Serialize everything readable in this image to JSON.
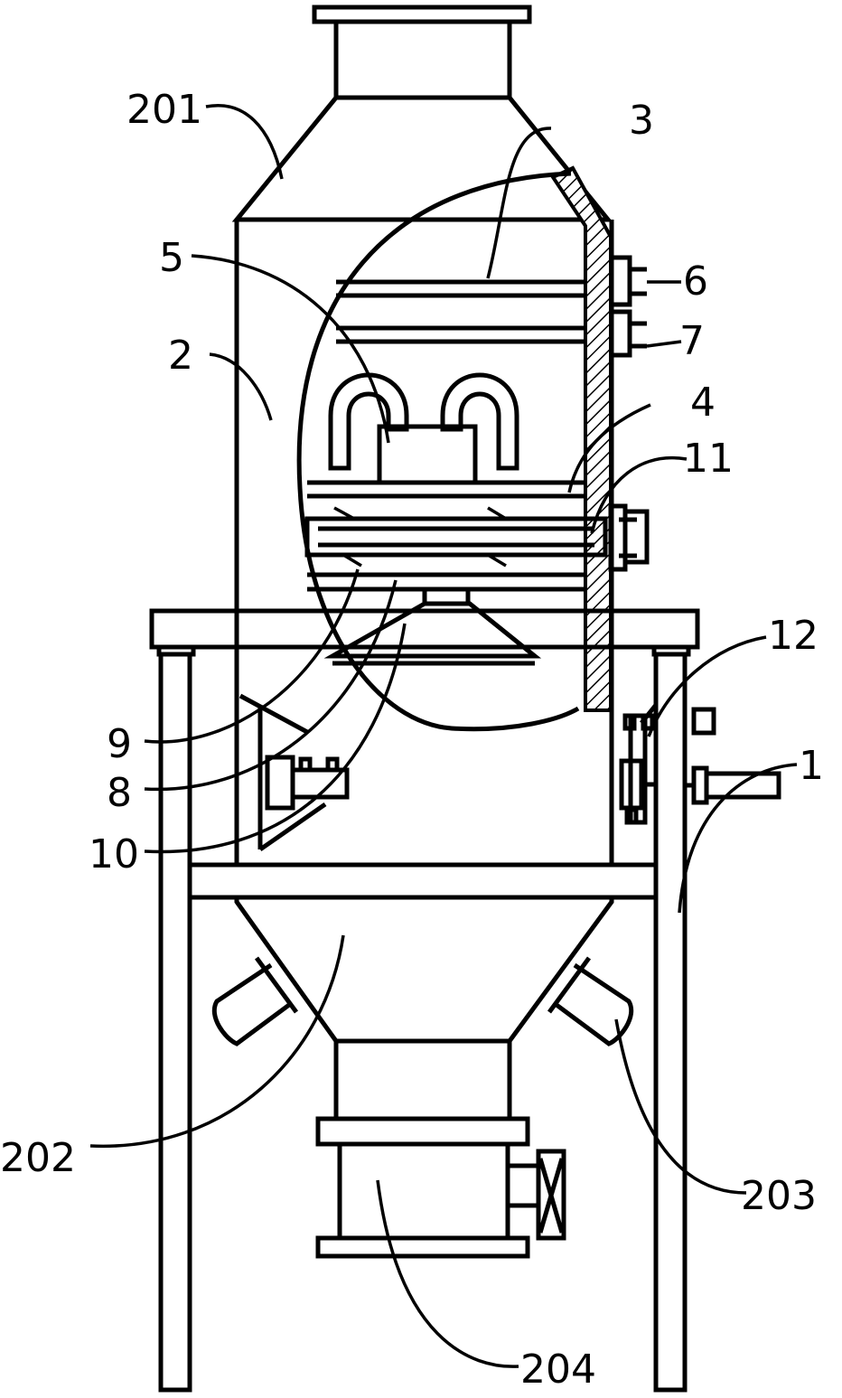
{
  "labels": {
    "l201": "201",
    "l3": "3",
    "l5": "5",
    "l6": "6",
    "l7": "7",
    "l2": "2",
    "l4": "4",
    "l11": "11",
    "l12": "12",
    "l9": "9",
    "l8": "8",
    "l10": "10",
    "l1": "1",
    "l202": "202",
    "l203": "203",
    "l204": "204"
  }
}
